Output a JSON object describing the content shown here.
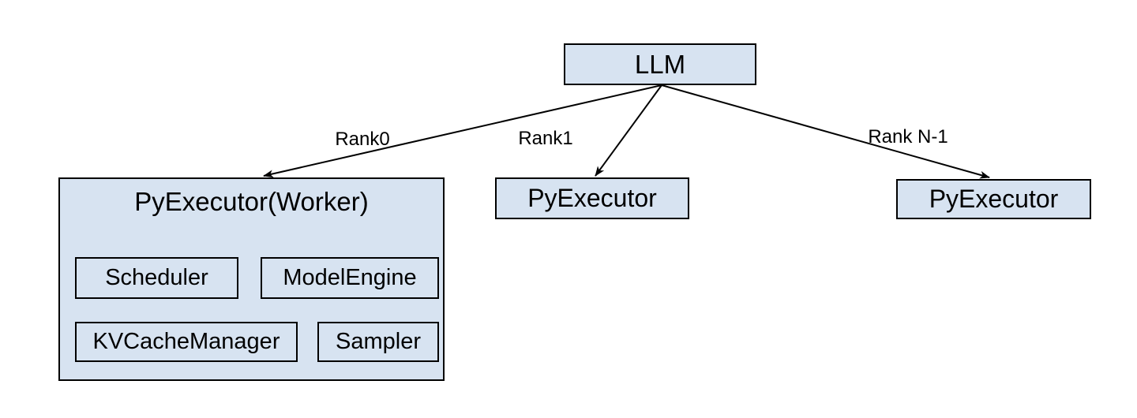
{
  "diagram": {
    "root_node": {
      "label": "LLM"
    },
    "worker_node": {
      "title": "PyExecutor(Worker)",
      "children": [
        {
          "label": "Scheduler"
        },
        {
          "label": "ModelEngine"
        },
        {
          "label": "KVCacheManager"
        },
        {
          "label": "Sampler"
        }
      ]
    },
    "rank1_node": {
      "label": "PyExecutor"
    },
    "rank_n_node": {
      "label": "PyExecutor"
    },
    "edges": [
      {
        "label": "Rank0",
        "from": "LLM",
        "to": "PyExecutor(Worker)"
      },
      {
        "label": "Rank1",
        "from": "LLM",
        "to": "PyExecutor"
      },
      {
        "label": "Rank N-1",
        "from": "LLM",
        "to": "PyExecutor"
      }
    ],
    "colors": {
      "node_fill": "#d7e3f1",
      "node_border": "#000000",
      "arrow": "#000000",
      "text": "#000000",
      "background": "#ffffff"
    }
  }
}
